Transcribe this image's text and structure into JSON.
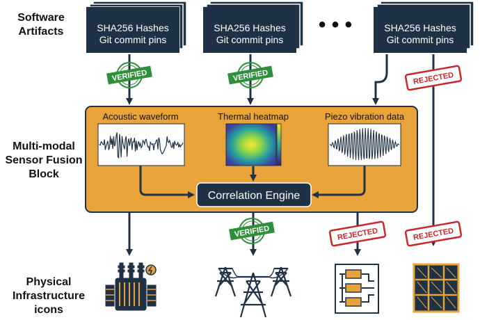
{
  "row_labels": {
    "software": "Software\nArtifacts",
    "fusion": "Multi-modal\nSensor Fusion\nBlock",
    "physical": "Physical\nInfrastructure\nicons"
  },
  "artifact": {
    "line1": "SHA256 Hashes",
    "line2": "Git commit pins"
  },
  "ellipsis": "• • •",
  "panels": {
    "acoustic": "Acoustic waveform",
    "thermal": "Thermal heatmap",
    "piezo": "Piezo vibration data"
  },
  "engine": "Correlation Engine",
  "stamps": {
    "verified": "VERIFIED",
    "rejected": "REJECTED"
  },
  "colors": {
    "artifact_bg": "#1f3145",
    "fusion_bg": "#e9a33b",
    "engine_bg": "#1f3145",
    "verified": "#2f8f3a",
    "rejected": "#c8282d",
    "arrow": "#1f3145"
  },
  "icons": [
    "transformer-icon",
    "power-grid-towers-icon",
    "circuit-board-icon",
    "solar-panel-icon"
  ]
}
